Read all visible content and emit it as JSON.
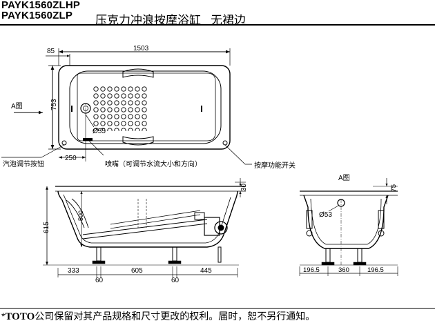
{
  "header": {
    "model_1": "PAYK1560ZLHP",
    "model_2": "PAYK1560ZLP",
    "product_name": "压克力冲浪按摩浴缸",
    "product_variant": "无裙边"
  },
  "top_view": {
    "dim_left": "85",
    "dim_length": "1503",
    "dim_width": "753",
    "dim_handle_offset": "250",
    "drain_diameter": "Ø55",
    "view_marker": "A图",
    "callout_air_button": "汽泡调节按钮",
    "callout_nozzle": "喷嘴（可调节水流大小和方向）",
    "callout_switch": "按摩功能开关"
  },
  "side_view": {
    "dim_depth": "615",
    "dim_inner": "500",
    "dim_rim": "30",
    "dim_bottom": [
      "333",
      "60",
      "605",
      "60",
      "445"
    ]
  },
  "end_view": {
    "title": "A图",
    "dim_rim": "75",
    "drain_diameter": "Ø53",
    "dim_bottom": [
      "196.5",
      "360",
      "196.5"
    ]
  },
  "footer": {
    "mark": "*",
    "brand": "TOTO",
    "notice": "公司保留对其产品规格和尺寸更改的权利。届时，恕不另行通知。"
  }
}
